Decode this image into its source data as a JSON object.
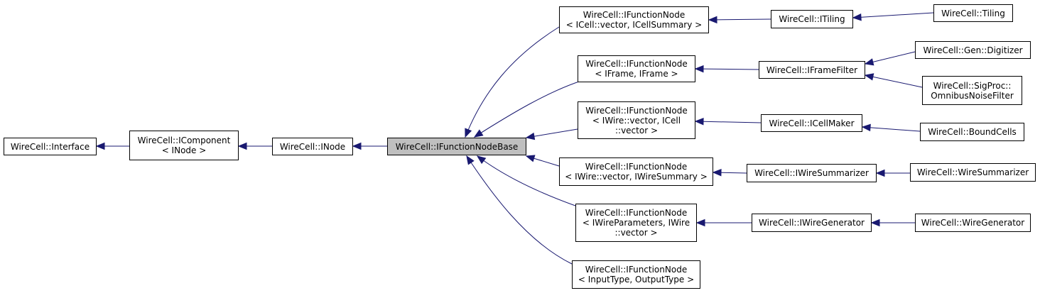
{
  "diagram": {
    "colors": {
      "edge": "#191970",
      "border": "#000000",
      "highlight": "#bfbfbf"
    },
    "nodes": {
      "interface": {
        "lines": [
          "WireCell::Interface"
        ]
      },
      "icomponent": {
        "lines": [
          "WireCell::IComponent",
          "< INode >"
        ]
      },
      "inode": {
        "lines": [
          "WireCell::INode"
        ]
      },
      "ifunctionnodebase": {
        "lines": [
          "WireCell::IFunctionNodeBase"
        ]
      },
      "fn_cell": {
        "lines": [
          "WireCell::IFunctionNode",
          "< ICell::vector, ICellSummary >"
        ]
      },
      "fn_frame": {
        "lines": [
          "WireCell::IFunctionNode",
          "< IFrame, IFrame >"
        ]
      },
      "fn_wire_cell": {
        "lines": [
          "WireCell::IFunctionNode",
          "< IWire::vector, ICell",
          "::vector >"
        ]
      },
      "fn_wire_summary": {
        "lines": [
          "WireCell::IFunctionNode",
          "< IWire::vector, IWireSummary >"
        ]
      },
      "fn_wire_params": {
        "lines": [
          "WireCell::IFunctionNode",
          "< IWireParameters, IWire",
          "::vector >"
        ]
      },
      "fn_input_output": {
        "lines": [
          "WireCell::IFunctionNode",
          "< InputType, OutputType >"
        ]
      },
      "itiling": {
        "lines": [
          "WireCell::ITiling"
        ]
      },
      "iframefilter": {
        "lines": [
          "WireCell::IFrameFilter"
        ]
      },
      "icellmaker": {
        "lines": [
          "WireCell::ICellMaker"
        ]
      },
      "iwiresummarizer": {
        "lines": [
          "WireCell::IWireSummarizer"
        ]
      },
      "iwiregenerator": {
        "lines": [
          "WireCell::IWireGenerator"
        ]
      },
      "tiling": {
        "lines": [
          "WireCell::Tiling"
        ]
      },
      "digitizer": {
        "lines": [
          "WireCell::Gen::Digitizer"
        ]
      },
      "omnibus": {
        "lines": [
          "WireCell::SigProc::",
          "OmnibusNoiseFilter"
        ]
      },
      "boundcells": {
        "lines": [
          "WireCell::BoundCells"
        ]
      },
      "wiresummarizer": {
        "lines": [
          "WireCell::WireSummarizer"
        ]
      },
      "wiregenerator": {
        "lines": [
          "WireCell::WireGenerator"
        ]
      }
    }
  }
}
